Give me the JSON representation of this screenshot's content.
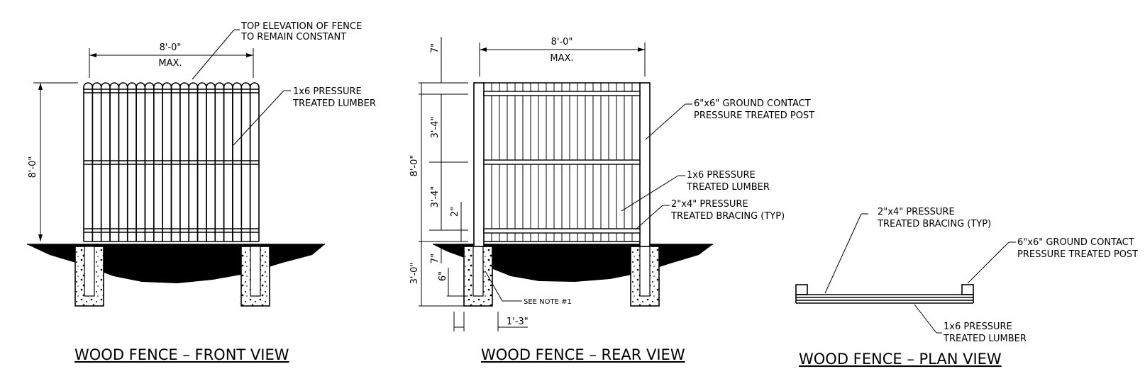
{
  "front_view": {
    "title": "WOOD FENCE – FRONT VIEW",
    "note_top": [
      "TOP ELEVATION OF FENCE",
      "TO REMAIN CONSTANT"
    ],
    "width_dim": "8'-0\"",
    "width_max": "MAX.",
    "height_dim": "8'-0\"",
    "lumber_note": [
      "1x6 PRESSURE",
      "TREATED LUMBER"
    ]
  },
  "rear_view": {
    "title": "WOOD FENCE – REAR VIEW",
    "width_dim": "8'-0\"",
    "width_max": "MAX.",
    "dim_top_7": "7\"",
    "dim_3_4_upper": "3'-4\"",
    "dim_8_0": "8'-0\"",
    "dim_3_4_lower": "3'-4\"",
    "dim_2": "2\"",
    "dim_7_lower": "7\"",
    "dim_3_0": "3'-0\"",
    "dim_6": "6\"",
    "dim_1_3": "1'-3\"",
    "post_note": [
      "6\"x6\" GROUND CONTACT",
      "PRESSURE TREATED POST"
    ],
    "lumber_note": [
      "1x6 PRESSURE",
      "TREATED LUMBER"
    ],
    "bracing_note": [
      "2\"x4\" PRESSURE",
      "TREATED BRACING (TYP)"
    ],
    "see_note": "SEE NOTE #1"
  },
  "plan_view": {
    "title": "WOOD FENCE – PLAN VIEW",
    "bracing_note": [
      "2\"x4\" PRESSURE",
      "TREATED BRACING (TYP)"
    ],
    "post_note": [
      "6\"x6\" GROUND CONTACT",
      "PRESSURE TREATED POST"
    ],
    "lumber_note": [
      "1x6 PRESSURE",
      "TREATED LUMBER"
    ]
  }
}
